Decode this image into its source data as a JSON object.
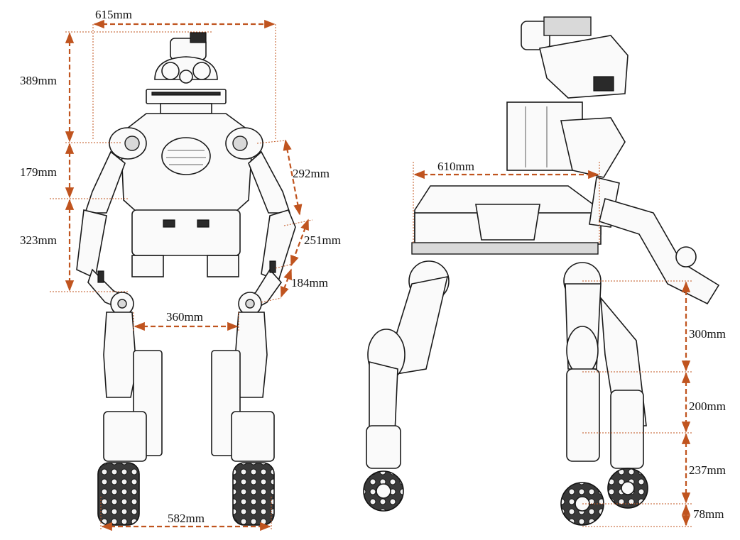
{
  "figure": {
    "colors": {
      "dimension": "#c0541f",
      "line_art": "#1a1a1a",
      "background": "#ffffff"
    },
    "front_view": {
      "dimensions": [
        {
          "id": "front-width-shoulder",
          "label": "615mm"
        },
        {
          "id": "head-height",
          "label": "389mm"
        },
        {
          "id": "torso-height",
          "label": "179mm"
        },
        {
          "id": "lower-torso-height",
          "label": "323mm"
        },
        {
          "id": "upper-arm-length",
          "label": "292mm"
        },
        {
          "id": "forearm-length",
          "label": "251mm"
        },
        {
          "id": "wrist-length",
          "label": "184mm"
        },
        {
          "id": "hip-width",
          "label": "360mm"
        },
        {
          "id": "foot-width",
          "label": "582mm"
        }
      ]
    },
    "side_view": {
      "dimensions": [
        {
          "id": "body-length",
          "label": "610mm"
        },
        {
          "id": "thigh-length",
          "label": "300mm"
        },
        {
          "id": "shank-length",
          "label": "200mm"
        },
        {
          "id": "lower-leg-length",
          "label": "237mm"
        },
        {
          "id": "wheel-radius",
          "label": "78mm"
        }
      ]
    }
  }
}
